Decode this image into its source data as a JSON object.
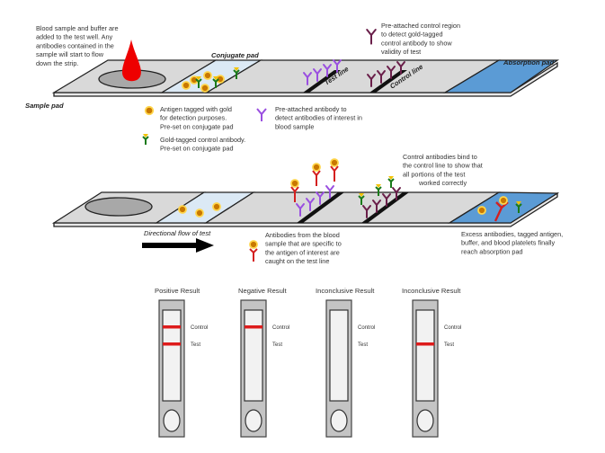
{
  "top_strip": {
    "intro_note": [
      "Blood sample and buffer are",
      "added to the test well. Any",
      "antibodies contained in the",
      "sample will start to flow",
      "down the strip."
    ],
    "sample_pad_label": "Sample pad",
    "conjugate_pad_label": "Conjugate pad",
    "test_line_label": "Test line",
    "control_line_label": "Control line",
    "absorption_pad_label": "Absorption pad",
    "control_region_note": [
      "Pre-attached control region",
      "to detect gold-tagged",
      "control antibody to show",
      "validity of test"
    ]
  },
  "legend": {
    "antigen": [
      "Antigen tagged with gold",
      "for detection purposes.",
      "Pre-set on conjugate pad"
    ],
    "control_antibody": [
      "Gold-tagged control antibody.",
      "Pre-set on conjugate pad"
    ],
    "test_antibody": [
      "Pre-attached antibody to",
      "detect antibodies of interest in",
      "blood sample"
    ]
  },
  "bottom_strip": {
    "control_bind_note": [
      "Control antibodies bind to",
      "the control line to show that",
      "all portions of the test",
      "worked correctly"
    ],
    "flow_label": "Directional flow of test",
    "caught_note": [
      "Antibodies from the blood",
      "sample that are specific to",
      "the antigen of interest are",
      "caught on the test line"
    ],
    "excess_note": [
      "Excess antibodies, tagged antigen,",
      "buffer, and blood platelets finally",
      "reach absorption pad"
    ]
  },
  "results": [
    {
      "title": "Positive Result",
      "control_line": true,
      "test_line": true
    },
    {
      "title": "Negative Result",
      "control_line": true,
      "test_line": false
    },
    {
      "title": "Inconclusive Result",
      "control_line": false,
      "test_line": false
    },
    {
      "title": "Inconclusive Result",
      "control_line": false,
      "test_line": true
    }
  ],
  "result_labels": {
    "control": "Control",
    "test": "Test"
  },
  "colors": {
    "strip": "#d9d9d9",
    "conjugate": "#dbe9f5",
    "absorption": "#5b9bd5",
    "blood": "#ee0000",
    "gold": "#c87800",
    "gold_ring": "#ffd54a",
    "test_antibody": "#9a4fe0",
    "control_line_antibody": "#6a1f4a",
    "control_antibody": "#1a7a1a",
    "caught_antibody": "#d42020",
    "result_line": "#dd1c1c"
  }
}
